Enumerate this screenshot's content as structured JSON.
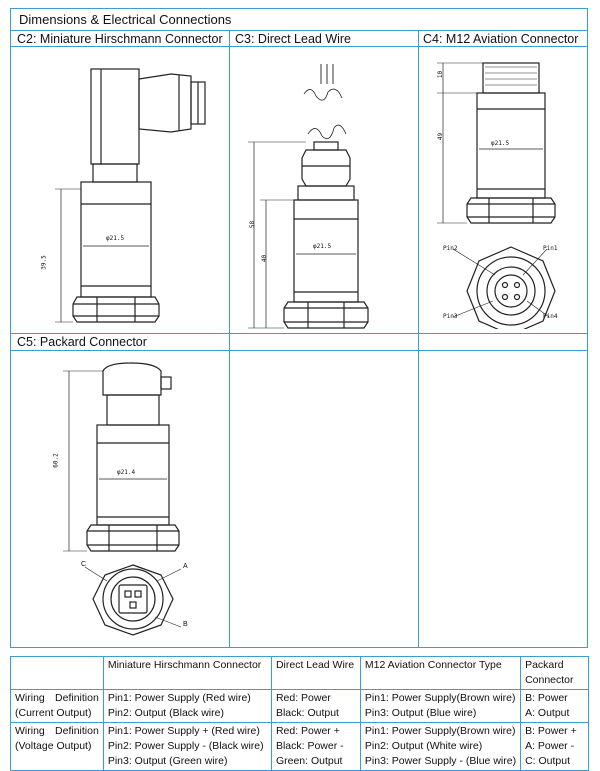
{
  "header": {
    "title": "Dimensions & Electrical Connections"
  },
  "sections": {
    "c2": {
      "title": "C2: Miniature Hirschmann Connector",
      "dia": "φ21.5",
      "height": "39.5"
    },
    "c3": {
      "title": "C3: Direct Lead Wire",
      "dia": "φ21.5",
      "total": "58",
      "body": "40"
    },
    "c4": {
      "title": "C4: M12 Aviation Connector",
      "dia": "φ21.5",
      "top": "10",
      "body": "49",
      "pins": [
        "Pin2",
        "Pin1",
        "Pin3",
        "Pin4"
      ]
    },
    "c5": {
      "title": "C5: Packard Connector",
      "dia": "φ21.4",
      "height": "60.2",
      "labels": [
        "C",
        "A",
        "B"
      ]
    }
  },
  "wiring_table": {
    "headers": [
      "",
      "Miniature Hirschmann Connector",
      "Direct Lead Wire",
      "M12 Aviation Connector Type",
      "Packard Connector"
    ],
    "rows": [
      {
        "label": [
          "Wiring Definition",
          "(Current Output)"
        ],
        "hirschmann": [
          "Pin1: Power Supply (Red wire)",
          "Pin2: Output (Black wire)"
        ],
        "lead": [
          "Red: Power",
          "Black: Output"
        ],
        "m12": [
          "Pin1: Power Supply(Brown wire)",
          "Pin3: Output (Blue wire)"
        ],
        "packard": [
          "B: Power",
          "A: Output"
        ]
      },
      {
        "label": [
          "Wiring Definition",
          "(Voltage Output)"
        ],
        "hirschmann": [
          "Pin1: Power Supply + (Red wire)",
          "Pin2: Power Supply - (Black wire)",
          "Pin3: Output (Green wire)"
        ],
        "lead": [
          "Red: Power +",
          "Black: Power -",
          "Green: Output"
        ],
        "m12": [
          "Pin1: Power Supply(Brown wire)",
          "Pin2: Output (White wire)",
          "Pin3: Power Supply - (Blue wire)"
        ],
        "packard": [
          "B: Power +",
          "A: Power -",
          "C: Output"
        ]
      }
    ]
  },
  "colors": {
    "grid": "#3a9fd0",
    "ink": "#222222"
  }
}
